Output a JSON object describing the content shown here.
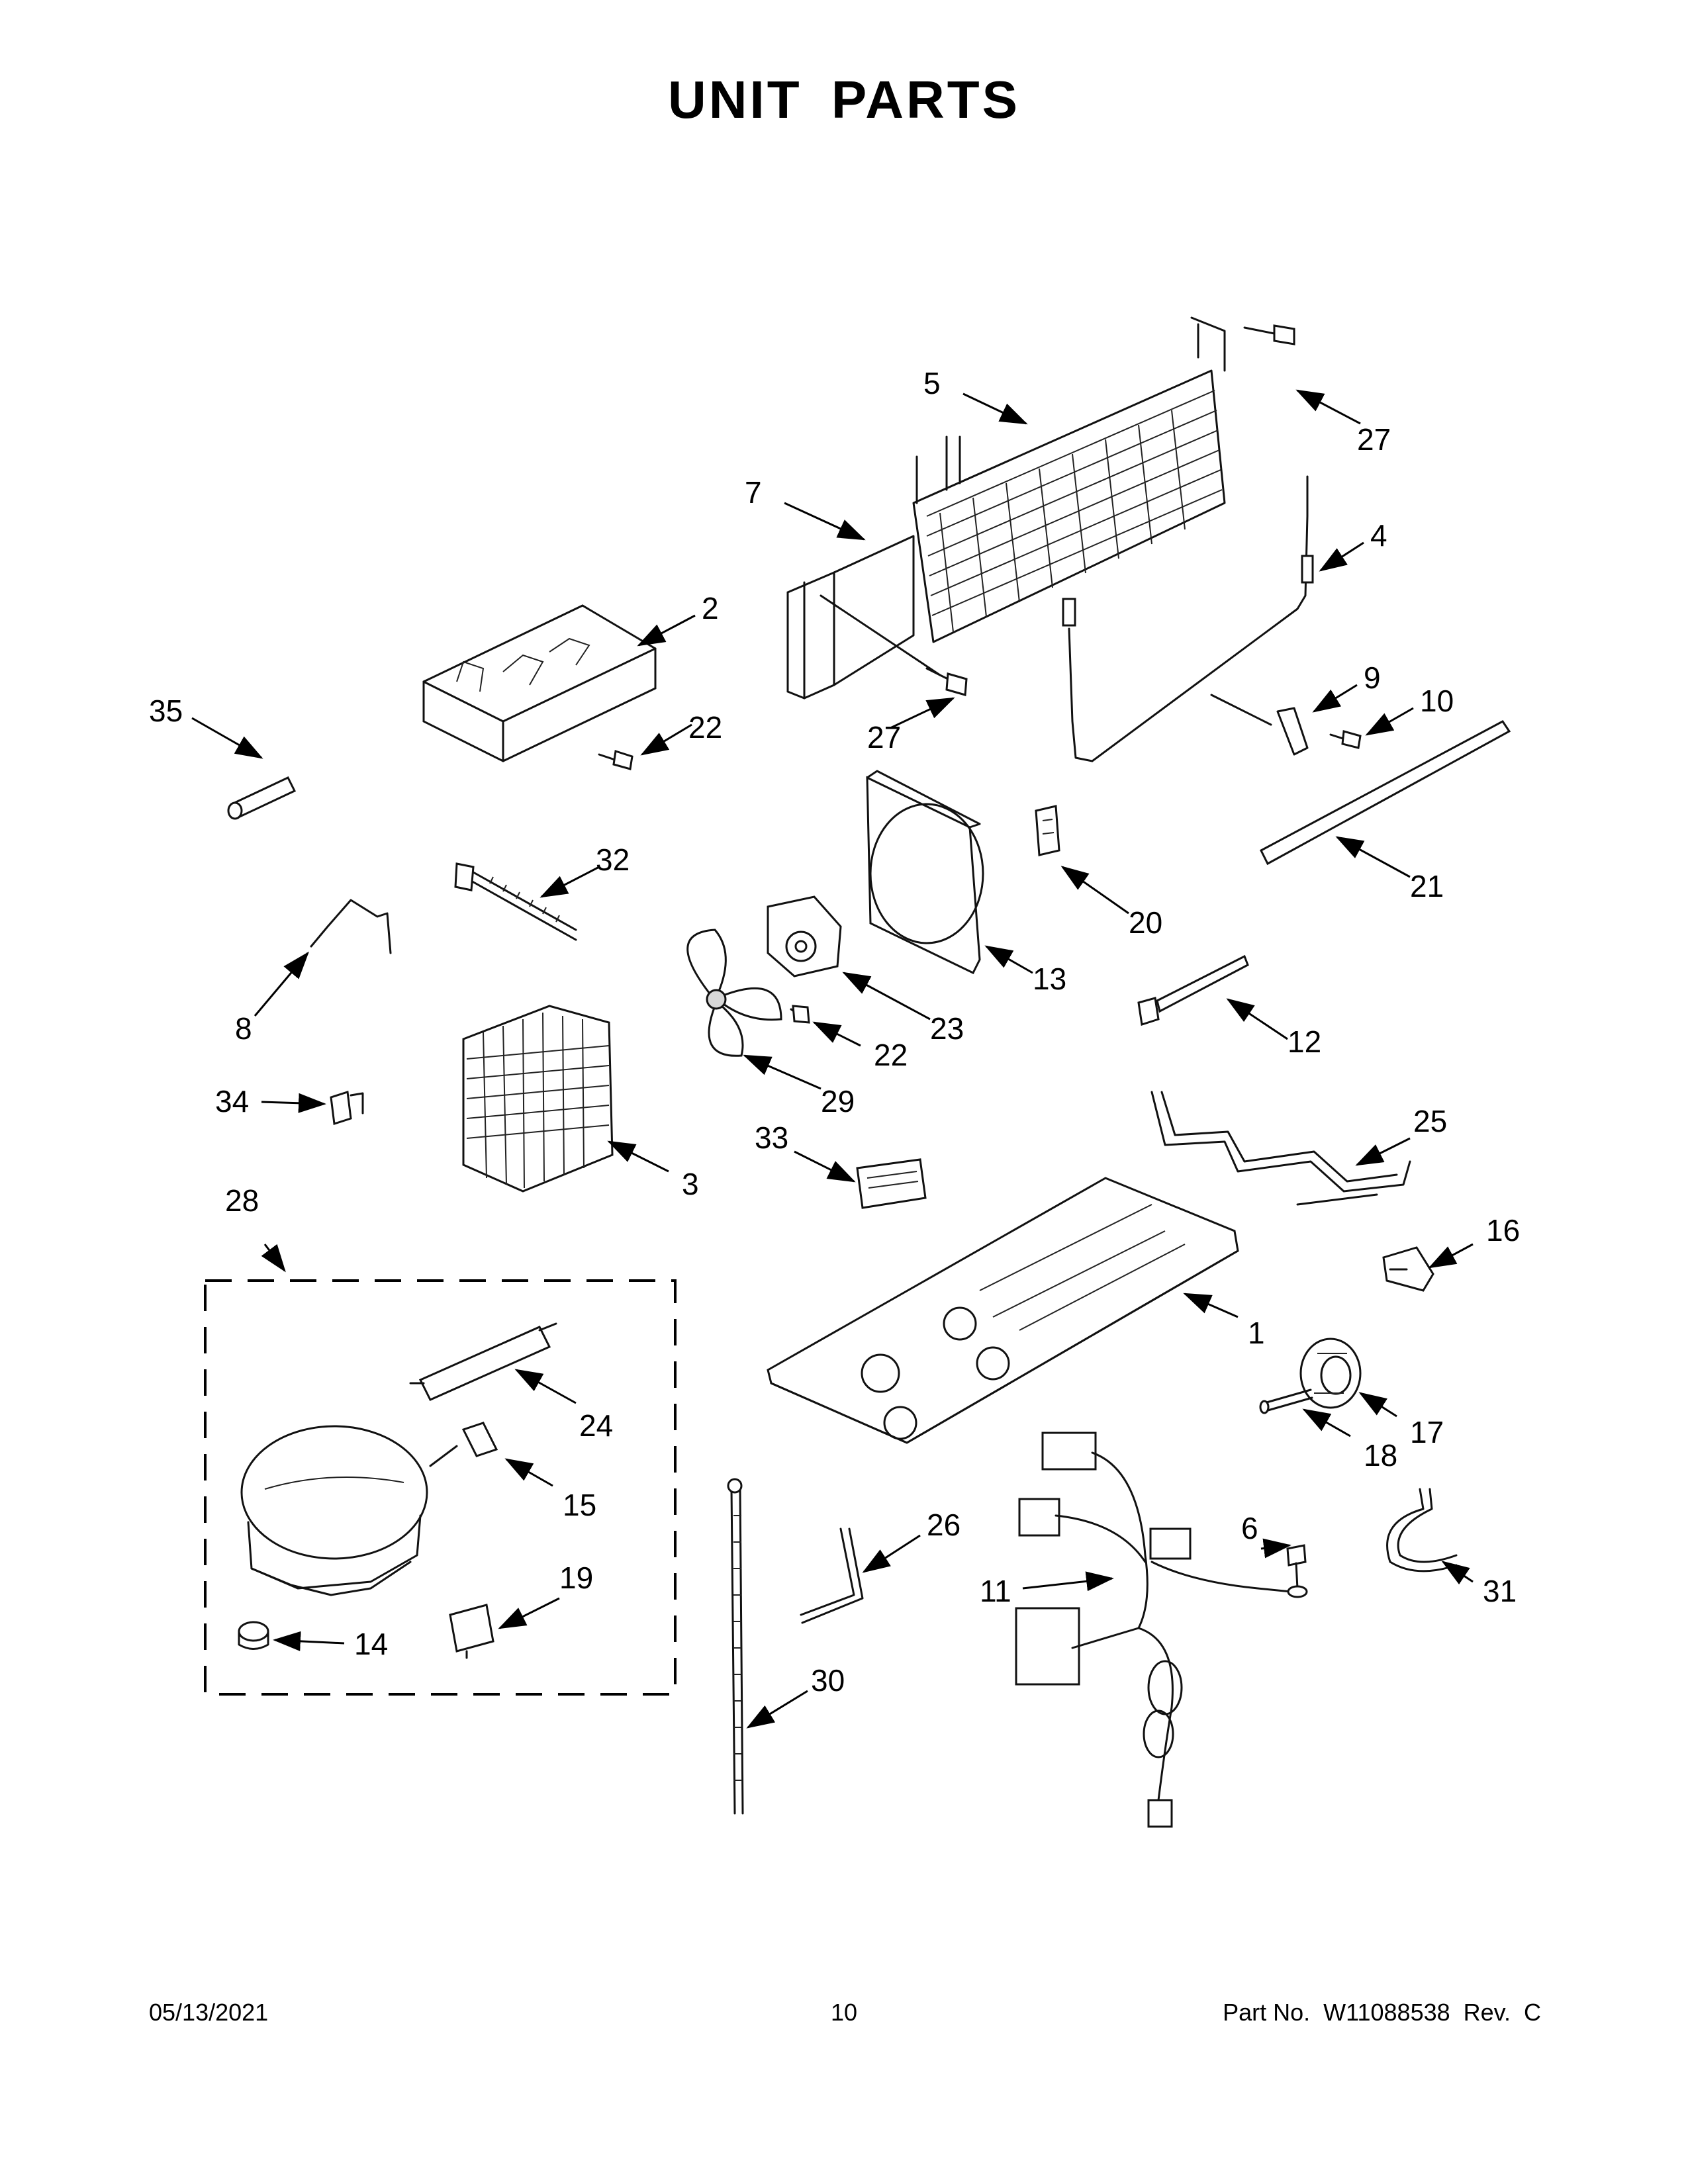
{
  "page": {
    "title": "UNIT PARTS",
    "footer": {
      "date": "05/13/2021",
      "page_number": "10",
      "part_number": "Part No.  W11088538  Rev.  C"
    }
  },
  "callouts": [
    "1",
    "2",
    "3",
    "4",
    "5",
    "6",
    "7",
    "8",
    "9",
    "10",
    "11",
    "12",
    "13",
    "14",
    "15",
    "16",
    "17",
    "18",
    "19",
    "20",
    "21",
    "22",
    "22",
    "23",
    "24",
    "25",
    "26",
    "27",
    "27",
    "28",
    "29",
    "30",
    "31",
    "32",
    "33",
    "34",
    "35"
  ]
}
